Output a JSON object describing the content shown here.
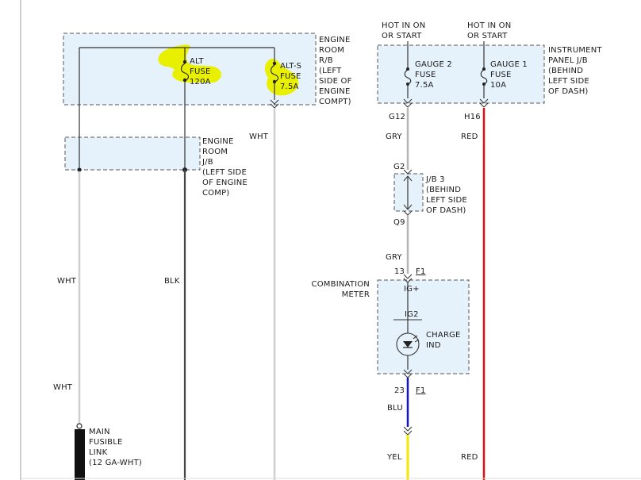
{
  "engine_room_rb": {
    "title": "ENGINE\nROOM\nR/B\n(LEFT\nSIDE OF\nENGINE\nCOMPT)",
    "fuse_alt": "ALT\nFUSE\n120A",
    "fuse_alts": "ALT-S\nFUSE\n7.5A"
  },
  "engine_room_jb": {
    "title": "ENGINE\nROOM\nJ/B\n(LEFT SIDE\nOF ENGINE\nCOMP)"
  },
  "instrument_panel_jb": {
    "hot_left": "HOT IN ON\nOR START",
    "hot_right": "HOT IN ON\nOR START",
    "title": "INSTRUMENT\nPANEL J/B\n(BEHIND\nLEFT SIDE\nOF DASH)",
    "fuse_gauge2": "GAUGE 2\nFUSE\n7.5A",
    "fuse_gauge1": "GAUGE 1\nFUSE\n10A",
    "pin_g12": "G12",
    "pin_h16": "H16"
  },
  "jb3": {
    "title": "J/B 3\n(BEHIND\nLEFT SIDE\nOF DASH)",
    "pin_top": "G2",
    "pin_bottom": "Q9"
  },
  "combination_meter": {
    "title": "COMBINATION\nMETER",
    "pin_top_num": "13",
    "pin_top_conn": "F1",
    "ig_plus": "IG+",
    "ig2": "IG2",
    "charge": "CHARGE\nIND",
    "pin_bottom_num": "23",
    "pin_bottom_conn": "F1"
  },
  "main_fusible_link": {
    "title": "MAIN\nFUSIBLE\nLINK\n(12 GA-WHT)"
  },
  "wires": {
    "wht_right": "WHT",
    "gry_upper": "GRY",
    "red_upper": "RED",
    "gry_lower": "GRY",
    "wht_left_upper": "WHT",
    "blk": "BLK",
    "wht_left_lower": "WHT",
    "blu": "BLU",
    "yel": "YEL",
    "red_lower": "RED"
  },
  "colors": {
    "box_fill": "#e6f2fb",
    "wire_wht": "#cfcfcf",
    "wire_blk": "#444444",
    "wire_gry": "#b5b5b5",
    "wire_red": "#e01010",
    "wire_blu": "#1414c8",
    "wire_yel": "#f5e600",
    "highlight": "#e8f000"
  }
}
